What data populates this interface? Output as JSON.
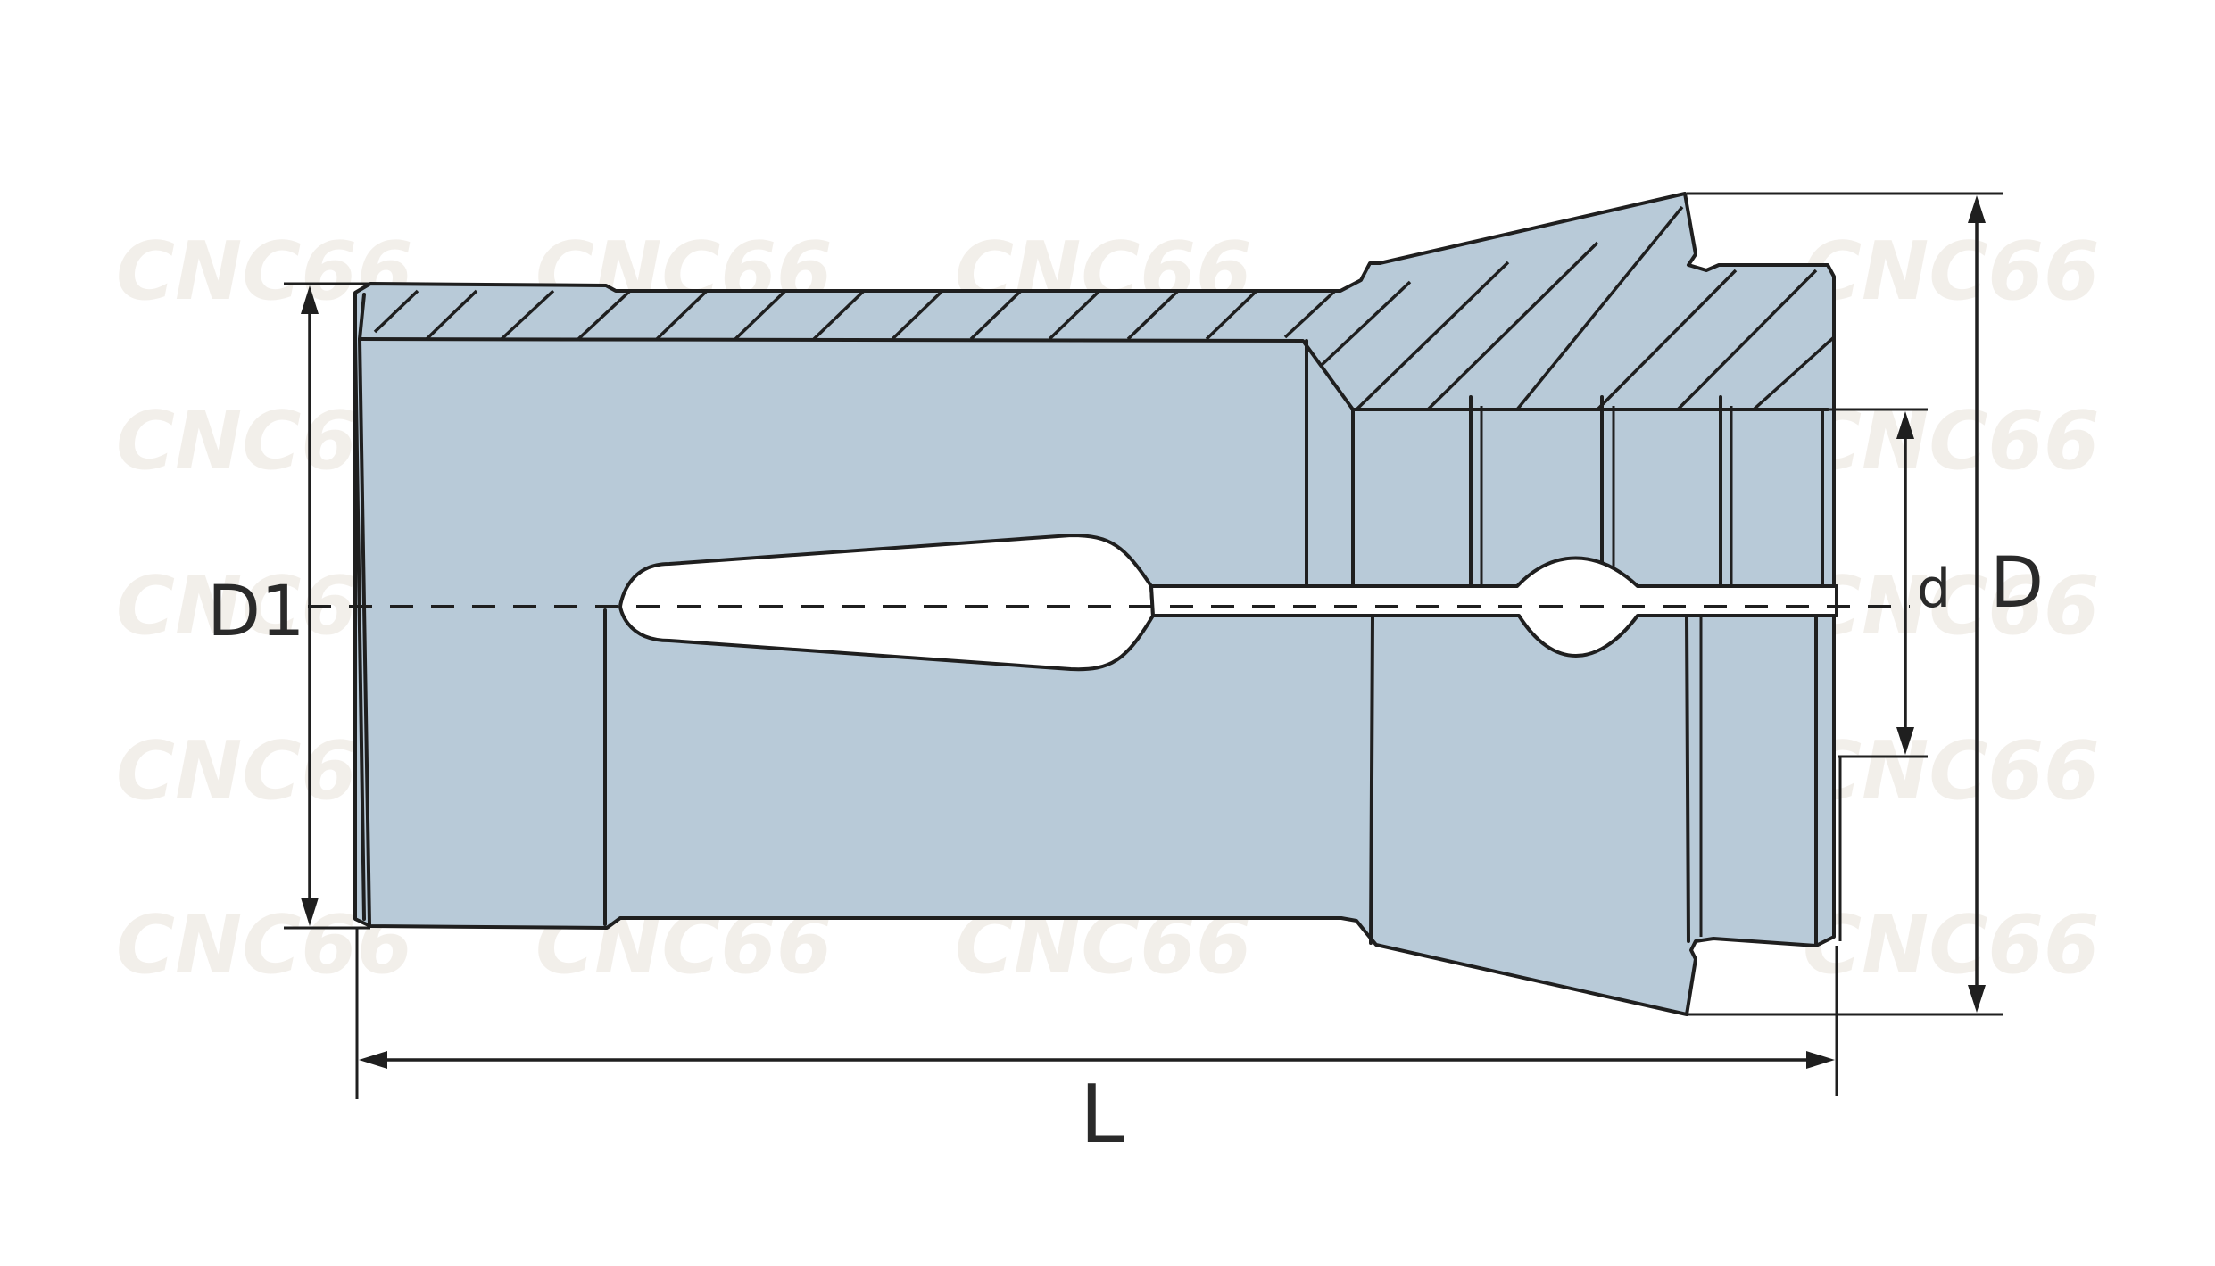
{
  "watermark": {
    "text": "CNC66"
  },
  "labels": {
    "d1": "D1",
    "d": "d",
    "d_outer": "D",
    "length": "L"
  },
  "colors": {
    "body": "#b8cad8",
    "outline": "#1f1f1f"
  }
}
